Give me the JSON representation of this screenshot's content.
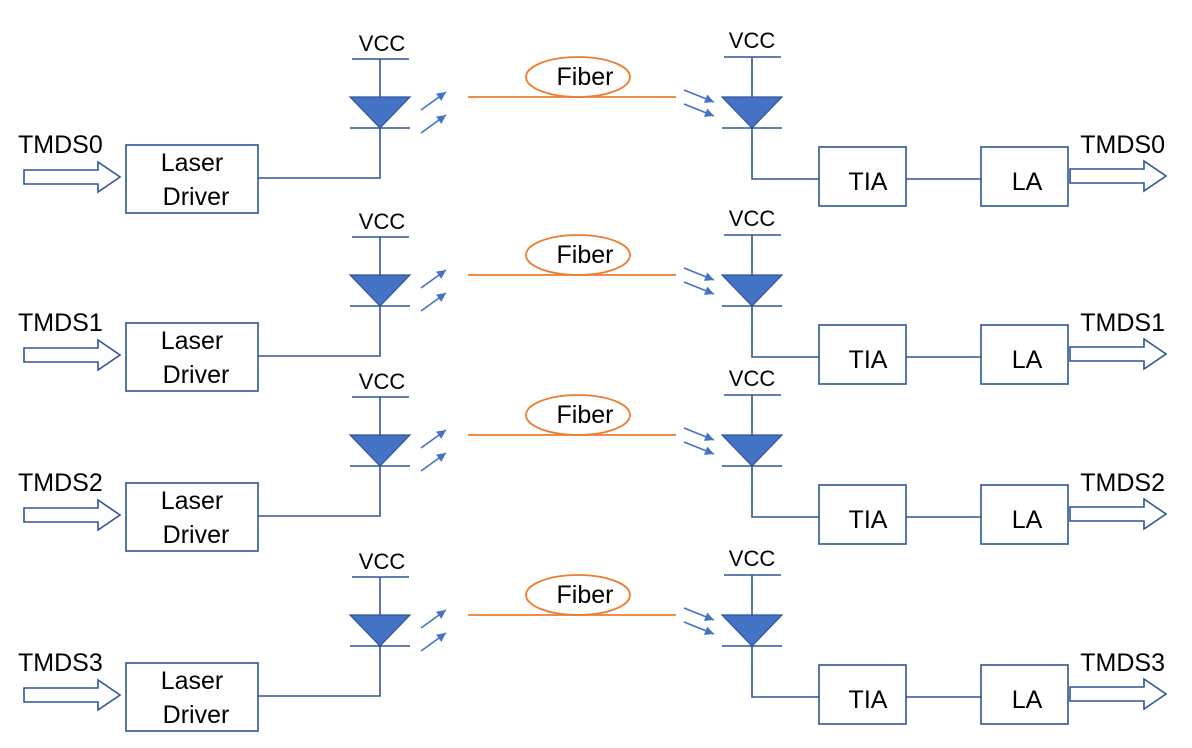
{
  "colors": {
    "wire": "#2f5597",
    "diode_fill": "#4472c4",
    "light_arrow": "#4472c4",
    "fiber": "#ed7d31"
  },
  "channels": [
    {
      "input": "TMDS0",
      "output": "TMDS0",
      "driver_line1": "Laser",
      "driver_line2": "Driver",
      "vcc_tx": "VCC",
      "vcc_rx": "VCC",
      "fiber": "Fiber",
      "tia": "TIA",
      "la": "LA"
    },
    {
      "input": "TMDS1",
      "output": "TMDS1",
      "driver_line1": "Laser",
      "driver_line2": "Driver",
      "vcc_tx": "VCC",
      "vcc_rx": "VCC",
      "fiber": "Fiber",
      "tia": "TIA",
      "la": "LA"
    },
    {
      "input": "TMDS2",
      "output": "TMDS2",
      "driver_line1": "Laser",
      "driver_line2": "Driver",
      "vcc_tx": "VCC",
      "vcc_rx": "VCC",
      "fiber": "Fiber",
      "tia": "TIA",
      "la": "LA"
    },
    {
      "input": "TMDS3",
      "output": "TMDS3",
      "driver_line1": "Laser",
      "driver_line2": "Driver",
      "vcc_tx": "VCC",
      "vcc_rx": "VCC",
      "fiber": "Fiber",
      "tia": "TIA",
      "la": "LA"
    }
  ]
}
